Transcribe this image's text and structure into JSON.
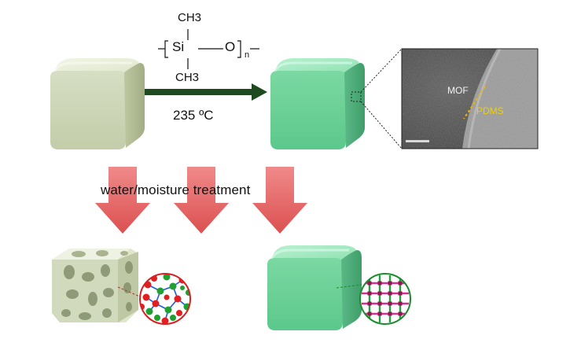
{
  "reaction": {
    "formula_ch3_top": "CH3",
    "formula_ch3_bottom": "CH3",
    "formula_si": "Si",
    "formula_o": "O",
    "formula_n": "n",
    "temperature": "235 ºC"
  },
  "treatment": {
    "label": "water/moisture treatment"
  },
  "tem_image": {
    "mof_label": "MOF",
    "pdms_label": "PDMS"
  },
  "colors": {
    "pristine_cube": "#d3dcc0",
    "coated_cube": "#72d49c",
    "process_arrow": "#1d4a1e",
    "treatment_arrow": "#df5f5f",
    "tem_dashed_line": "#f2b400",
    "pdms_label": "#f0d000",
    "degraded_zoom_ring": "#d82020",
    "intact_zoom_ring": "#1a8a2a"
  }
}
